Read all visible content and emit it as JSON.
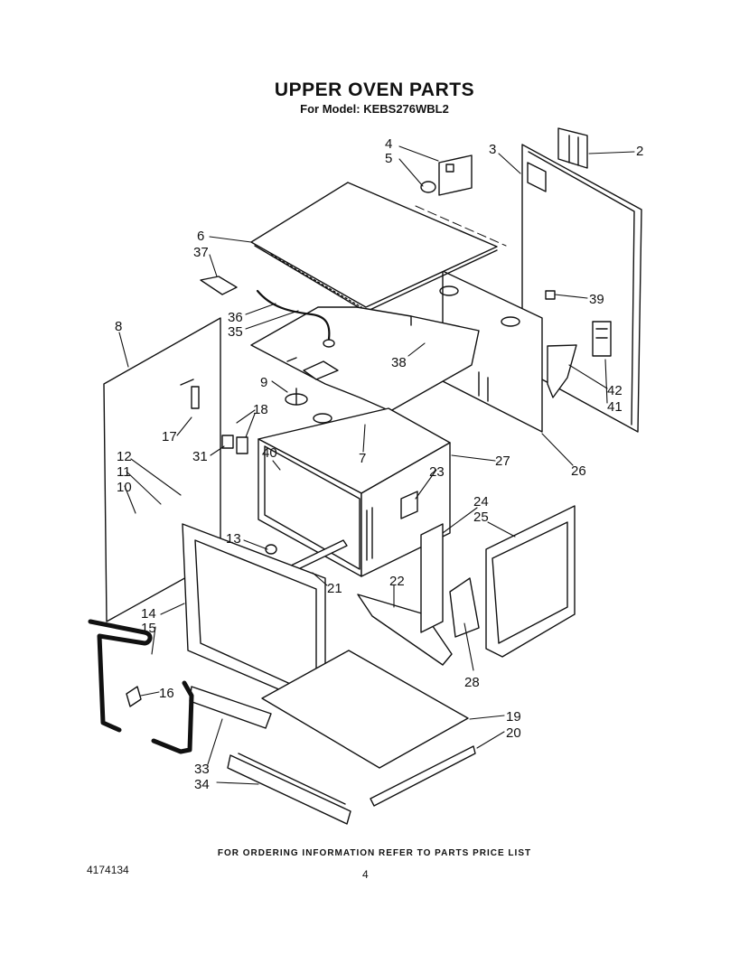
{
  "title": "UPPER OVEN PARTS",
  "subtitle": "For Model: KEBS276WBL2",
  "footer_note": "FOR ORDERING INFORMATION REFER TO PARTS PRICE LIST",
  "doc_number": "4174134",
  "page_number": "4",
  "callouts": {
    "c2": "2",
    "c3": "3",
    "c4": "4",
    "c5": "5",
    "c6": "6",
    "c37": "37",
    "c36": "36",
    "c35": "35",
    "c39": "39",
    "c8": "8",
    "c38": "38",
    "c9": "9",
    "c42": "42",
    "c41": "41",
    "c18": "18",
    "c17": "17",
    "c31": "31",
    "c7": "7",
    "c27": "27",
    "c26": "26",
    "c12": "12",
    "c11": "11",
    "c10": "10",
    "c40": "40",
    "c23": "23",
    "c24": "24",
    "c25": "25",
    "c13": "13",
    "c21": "21",
    "c22": "22",
    "c14": "14",
    "c15": "15",
    "c28": "28",
    "c16": "16",
    "c19": "19",
    "c20": "20",
    "c33": "33",
    "c34": "34"
  }
}
